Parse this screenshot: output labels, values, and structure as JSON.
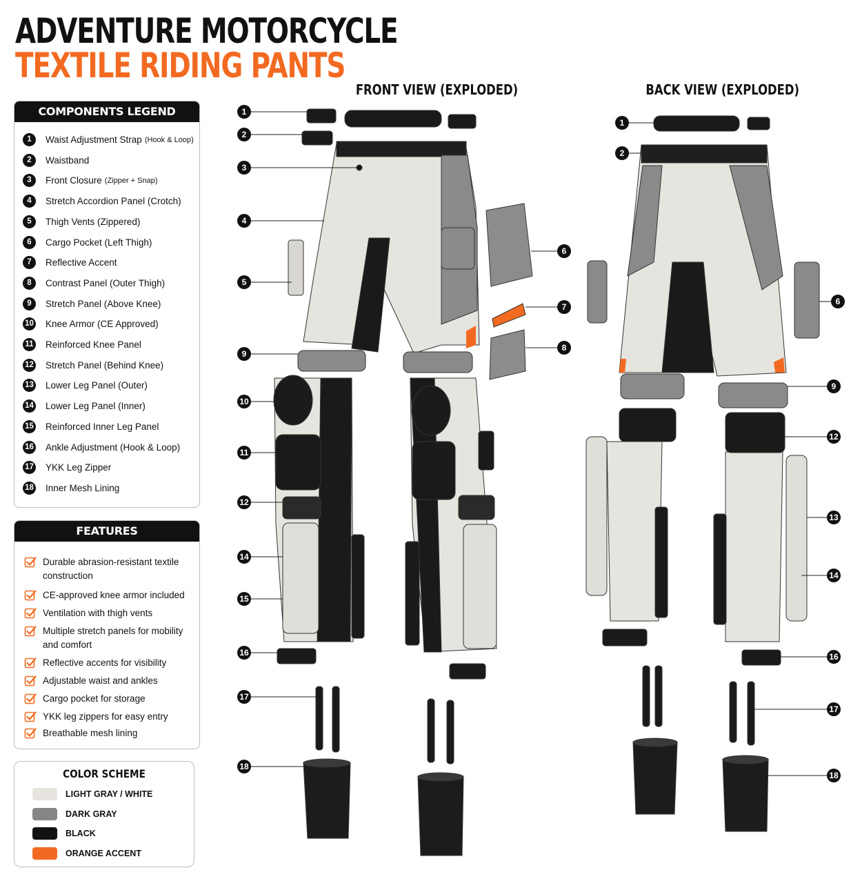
{
  "title": {
    "line1": "ADVENTURE MOTORCYCLE",
    "line2": "TEXTILE RIDING PANTS"
  },
  "views": {
    "front": "FRONT VIEW (EXPLODED)",
    "back": "BACK VIEW (EXPLODED)"
  },
  "legend": {
    "header": "COMPONENTS LEGEND",
    "items": [
      {
        "n": "1",
        "label": "Waist Adjustment Strap",
        "note": "(Hook & Loop)"
      },
      {
        "n": "2",
        "label": "Waistband",
        "note": ""
      },
      {
        "n": "3",
        "label": "Front Closure",
        "note": "(Zipper + Snap)"
      },
      {
        "n": "4",
        "label": "Stretch Accordion Panel (Crotch)",
        "note": ""
      },
      {
        "n": "5",
        "label": "Thigh Vents (Zippered)",
        "note": ""
      },
      {
        "n": "6",
        "label": "Cargo Pocket (Left Thigh)",
        "note": ""
      },
      {
        "n": "7",
        "label": "Reflective Accent",
        "note": ""
      },
      {
        "n": "8",
        "label": "Contrast Panel (Outer Thigh)",
        "note": ""
      },
      {
        "n": "9",
        "label": "Stretch Panel (Above Knee)",
        "note": ""
      },
      {
        "n": "10",
        "label": "Knee Armor (CE Approved)",
        "note": ""
      },
      {
        "n": "11",
        "label": "Reinforced Knee Panel",
        "note": ""
      },
      {
        "n": "12",
        "label": "Stretch Panel (Behind Knee)",
        "note": ""
      },
      {
        "n": "13",
        "label": "Lower Leg Panel (Outer)",
        "note": ""
      },
      {
        "n": "14",
        "label": "Lower Leg Panel (Inner)",
        "note": ""
      },
      {
        "n": "15",
        "label": "Reinforced Inner Leg Panel",
        "note": ""
      },
      {
        "n": "16",
        "label": "Ankle Adjustment (Hook & Loop)",
        "note": ""
      },
      {
        "n": "17",
        "label": "YKK Leg Zipper",
        "note": ""
      },
      {
        "n": "18",
        "label": "Inner Mesh Lining",
        "note": ""
      }
    ]
  },
  "features": {
    "header": "FEATURES",
    "items": [
      "Durable abrasion-resistant textile construction",
      "CE-approved knee armor included",
      "Ventilation with thigh vents",
      "Multiple stretch panels for mobility and comfort",
      "Reflective accents for visibility",
      "Adjustable waist and ankles",
      "Cargo pocket for storage",
      "YKK leg zippers for easy entry",
      "Breathable mesh lining"
    ]
  },
  "color_scheme": {
    "header": "COLOR SCHEME",
    "items": [
      {
        "label": "LIGHT GRAY / WHITE",
        "color": "#e6e4de"
      },
      {
        "label": "DARK GRAY",
        "color": "#868686"
      },
      {
        "label": "BLACK",
        "color": "#121212"
      },
      {
        "label": "ORANGE ACCENT",
        "color": "#f26a21"
      }
    ]
  },
  "front_callouts": [
    "1",
    "2",
    "3",
    "4",
    "5",
    "6",
    "7",
    "8",
    "9",
    "10",
    "11",
    "12",
    "14",
    "15",
    "16",
    "17",
    "18"
  ],
  "back_callouts": [
    "1",
    "2",
    "6",
    "9",
    "12",
    "13",
    "14",
    "16",
    "17",
    "18"
  ],
  "colors": {
    "accent": "#f26a21",
    "light": "#e6e4de",
    "dark": "#868686",
    "black": "#121212"
  }
}
